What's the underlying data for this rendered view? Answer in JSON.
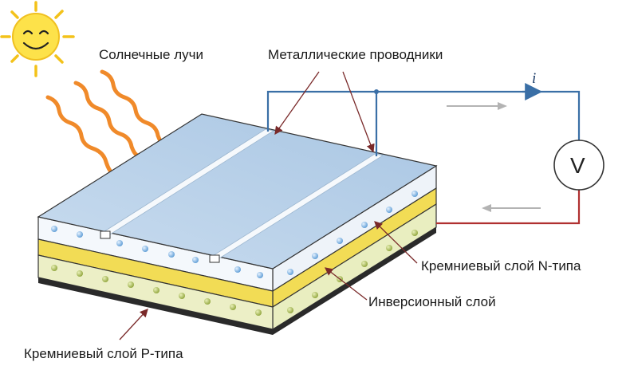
{
  "labels": {
    "sun_rays": "Солнечные лучи",
    "metal_conductors": "Металлические проводники",
    "n_layer": "Кремниевый слой N-типа",
    "inversion_layer": "Инверсионный слой",
    "p_layer": "Кремниевый слой P-типа"
  },
  "circuit": {
    "current_symbol": "i",
    "voltmeter_symbol": "V"
  },
  "colors": {
    "wire_top": "#3a6fa6",
    "wire_return": "#b03030",
    "ray": "#f08a2a",
    "sun": "#fbd93a",
    "n_layer": "#f4f8fc",
    "inversion": "#f2dc55",
    "p_layer": "#ecefc6",
    "glass": "#b6cfe8"
  },
  "icons": {
    "sun": "smiling-sun-icon",
    "voltmeter": "voltmeter-icon"
  }
}
